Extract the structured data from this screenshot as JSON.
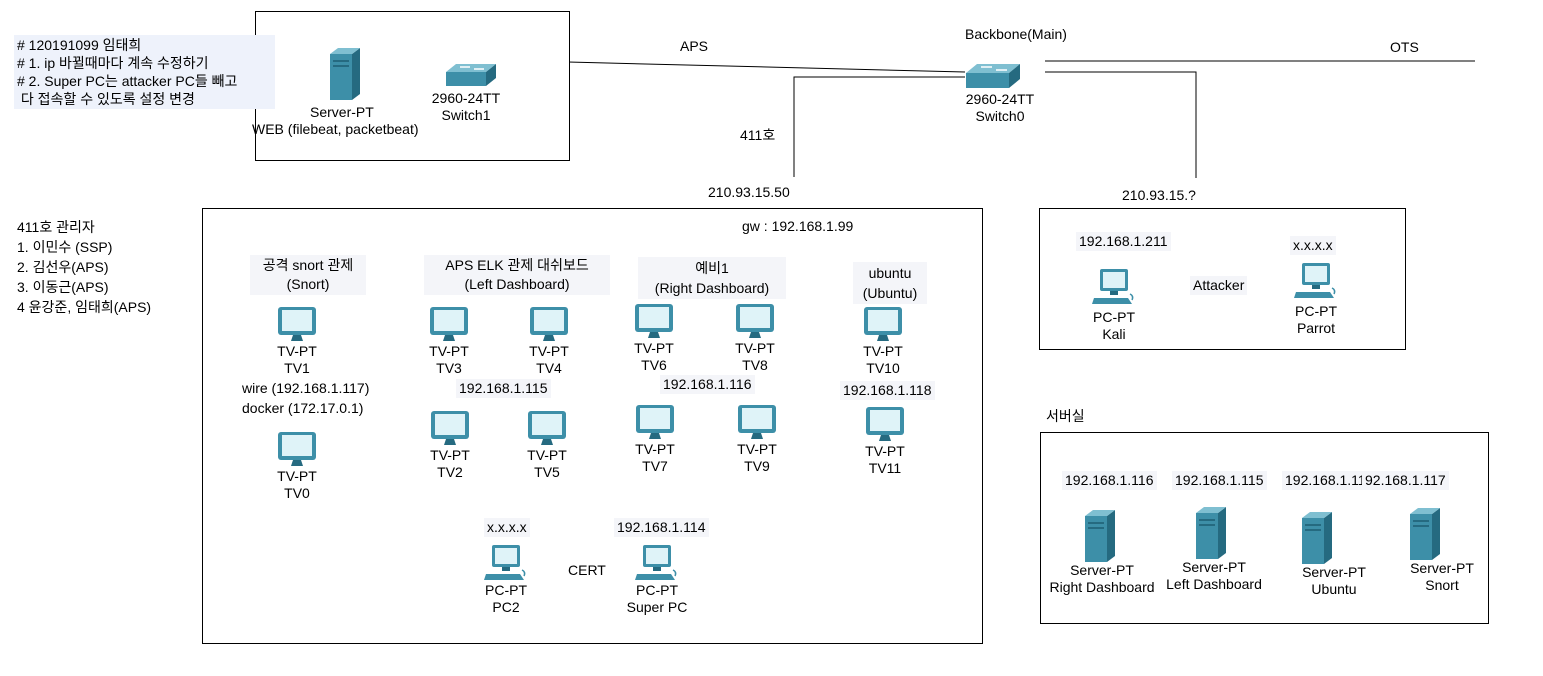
{
  "note": {
    "lines": [
      "# 120191099 임태희",
      "# 1. ip 바뀔때마다 계속 수정하기",
      "# 2. Super PC는 attacker PC들 빼고",
      " 다 접속할 수 있도록 설정 변경"
    ]
  },
  "web_area": {
    "server_model": "Server-PT",
    "server_label": "WEB (filebeat, packetbeat)",
    "switch_model": "2960-24TT",
    "switch_name": "Switch1"
  },
  "backbone": {
    "title": "Backbone(Main)",
    "switch_model": "2960-24TT",
    "switch_name": "Switch0",
    "link_aps": "APS",
    "link_ots": "OTS",
    "link_411": "411호",
    "ip_411": "210.93.15.50",
    "ip_attack": "210.93.15.?"
  },
  "room411": {
    "gateway": "gw : 192.168.1.99",
    "admins": [
      "411호 관리자",
      "1. 이민수 (SSP)",
      "2. 김선우(APS)",
      "3. 이동근(APS)",
      "4 윤강준, 임태희(APS)"
    ],
    "groups": {
      "snort": {
        "title1": "공격 snort 관제",
        "title2": "(Snort)",
        "ip_lines": [
          "wire (192.168.1.117)",
          "docker (172.17.0.1)"
        ]
      },
      "elk": {
        "title1": "APS ELK 관제 대쉬보드",
        "title2": "(Left Dashboard)",
        "ip": "192.168.1.115"
      },
      "spare": {
        "title1": "예비1",
        "title2": "(Right Dashboard)",
        "ip": "192.168.1.116"
      },
      "ubuntu": {
        "title1": "ubuntu",
        "title2": "(Ubuntu)",
        "ip": "192.168.1.118"
      }
    },
    "tvs": [
      {
        "model": "TV-PT",
        "name": "TV1"
      },
      {
        "model": "TV-PT",
        "name": "TV0"
      },
      {
        "model": "TV-PT",
        "name": "TV3"
      },
      {
        "model": "TV-PT",
        "name": "TV4"
      },
      {
        "model": "TV-PT",
        "name": "TV2"
      },
      {
        "model": "TV-PT",
        "name": "TV5"
      },
      {
        "model": "TV-PT",
        "name": "TV6"
      },
      {
        "model": "TV-PT",
        "name": "TV8"
      },
      {
        "model": "TV-PT",
        "name": "TV7"
      },
      {
        "model": "TV-PT",
        "name": "TV9"
      },
      {
        "model": "TV-PT",
        "name": "TV10"
      },
      {
        "model": "TV-PT",
        "name": "TV11"
      }
    ],
    "pcs": [
      {
        "model": "PC-PT",
        "name": "PC2",
        "ip": "x.x.x.x"
      },
      {
        "model": "PC-PT",
        "name": "Super PC",
        "ip": "192.168.1.114"
      }
    ],
    "cert_label": "CERT"
  },
  "attack_room": {
    "label": "Attacker",
    "pcs": [
      {
        "model": "PC-PT",
        "name": "Kali",
        "ip": "192.168.1.211"
      },
      {
        "model": "PC-PT",
        "name": "Parrot",
        "ip": "x.x.x.x"
      }
    ]
  },
  "server_room": {
    "title": "서버실",
    "servers": [
      {
        "ip": "192.168.1.116",
        "model": "Server-PT",
        "name": "Right Dashboard"
      },
      {
        "ip": "192.168.1.115",
        "model": "Server-PT",
        "name": "Left Dashboard"
      },
      {
        "ip": "192.168.1.118",
        "model": "Server-PT",
        "name": "Ubuntu"
      },
      {
        "ip": "92.168.1.117",
        "model": "Server-PT",
        "name": "Snort"
      }
    ]
  },
  "colors": {
    "device": "#3d8fa8",
    "device_dark": "#256a80",
    "screen": "#dff3f8",
    "link": "#000000",
    "link_marker": "#5bb85b",
    "note_bg": "#eef2fb"
  }
}
